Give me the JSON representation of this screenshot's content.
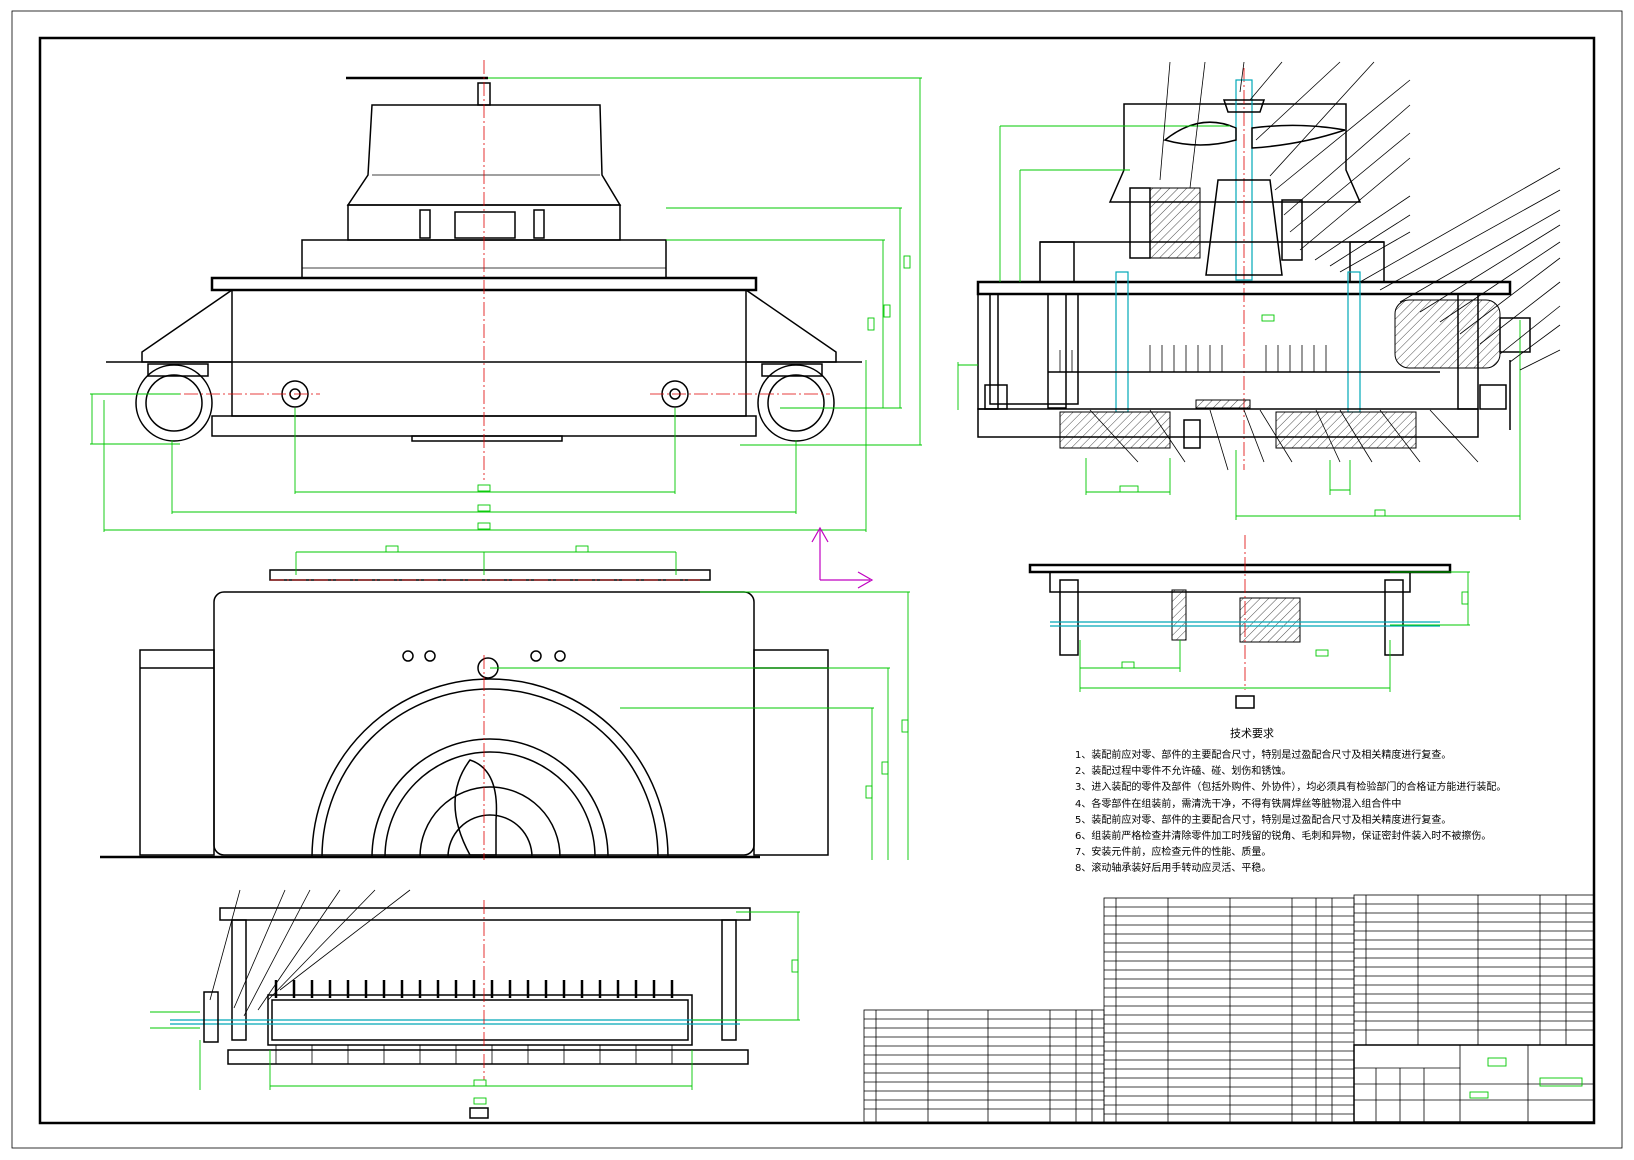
{
  "drawing": {
    "frame_color": "#000000",
    "dimension_color": "#00c800",
    "centerline_color": "#e00000",
    "highlight_color": "#00a8b8",
    "ucs_icon_color": "#c000c0"
  },
  "technical_requirements": {
    "title": "技术要求",
    "items": [
      "1、装配前应对零、部件的主要配合尺寸，特别是过盈配合尺寸及相关精度进行复查。",
      "2、装配过程中零件不允许磕、碰、划伤和锈蚀。",
      "3、进入装配的零件及部件（包括外购件、外协件），均必须具有检验部门的合格证方能进行装配。",
      "4、各零部件在组装前，需清洗干净，不得有铁屑焊丝等脏物混入组合件中",
      "5、装配前应对零、部件的主要配合尺寸，特别是过盈配合尺寸及相关精度进行复查。",
      "6、组装前严格检查并清除零件加工时残留的锐角、毛刺和异物，保证密封件装入时不被擦伤。",
      "7、安装元件前，应检查元件的性能、质量。",
      "8、滚动轴承装好后用手转动应灵活、平稳。"
    ]
  }
}
